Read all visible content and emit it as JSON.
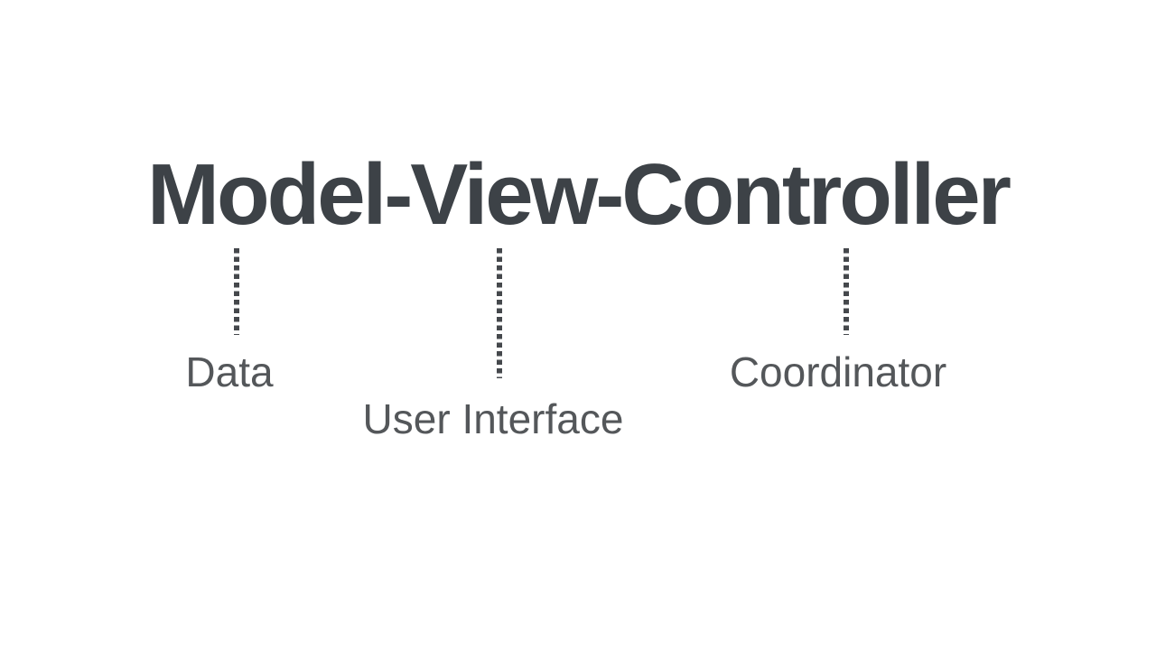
{
  "diagram": {
    "title": "Model-View-Controller",
    "annotations": [
      {
        "term": "Model",
        "label": "Data"
      },
      {
        "term": "View",
        "label": "User Interface"
      },
      {
        "term": "Controller",
        "label": "Coordinator"
      }
    ]
  },
  "colors": {
    "background": "#ffffff",
    "title": "#3d4247",
    "label": "#54575a",
    "connector": "#45484c"
  }
}
